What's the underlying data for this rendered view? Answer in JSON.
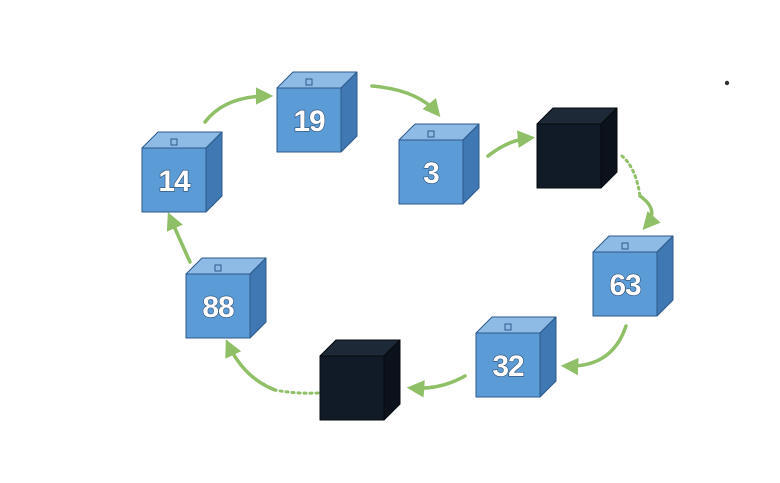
{
  "colors": {
    "box_front": "#5b9bd6",
    "box_top": "#8ebbe6",
    "box_side": "#3f78b3",
    "box_edge": "#2c5a8a",
    "hidden_front": "#111b27",
    "hidden_top": "#1d2937",
    "hidden_side": "#0b121b",
    "arrow": "#8fbf66",
    "background": "#ffffff"
  },
  "boxes": [
    {
      "id": "box-14",
      "label": "14",
      "hidden": false
    },
    {
      "id": "box-19",
      "label": "19",
      "hidden": false
    },
    {
      "id": "box-3",
      "label": "3",
      "hidden": false
    },
    {
      "id": "box-hidden-1",
      "label": "",
      "hidden": true
    },
    {
      "id": "box-63",
      "label": "63",
      "hidden": false
    },
    {
      "id": "box-32",
      "label": "32",
      "hidden": false
    },
    {
      "id": "box-hidden-2",
      "label": "",
      "hidden": true
    },
    {
      "id": "box-88",
      "label": "88",
      "hidden": false
    }
  ],
  "connections": [
    {
      "from": "box-14",
      "to": "box-19",
      "style": "solid"
    },
    {
      "from": "box-19",
      "to": "box-3",
      "style": "solid"
    },
    {
      "from": "box-3",
      "to": "box-hidden-1",
      "style": "solid"
    },
    {
      "from": "box-hidden-1",
      "to": "box-63",
      "style": "dotted-then-solid"
    },
    {
      "from": "box-63",
      "to": "box-32",
      "style": "solid"
    },
    {
      "from": "box-32",
      "to": "box-hidden-2",
      "style": "solid"
    },
    {
      "from": "box-hidden-2",
      "to": "box-88",
      "style": "dotted-then-solid"
    },
    {
      "from": "box-88",
      "to": "box-14",
      "style": "solid"
    }
  ]
}
